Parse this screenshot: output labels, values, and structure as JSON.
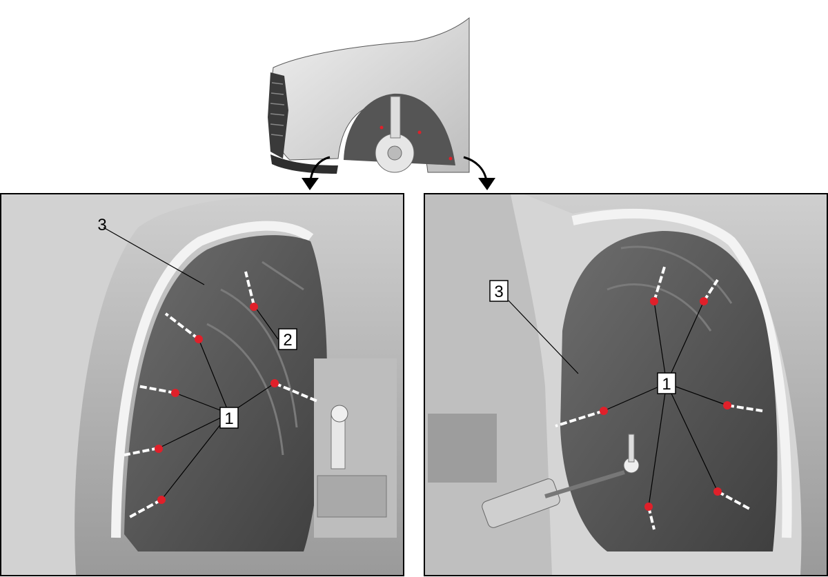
{
  "overview": {
    "description_icon": "vehicle-front-fender-icon"
  },
  "left_panel": {
    "callouts": {
      "fastener": "1",
      "screw": "2",
      "liner": "3"
    }
  },
  "right_panel": {
    "callouts": {
      "fastener": "1",
      "liner": "3"
    }
  },
  "colors": {
    "fastener": "#e0202a",
    "liner_dark": "#5a5a5a",
    "body_light": "#d9d9d9",
    "frame": "#000000"
  }
}
